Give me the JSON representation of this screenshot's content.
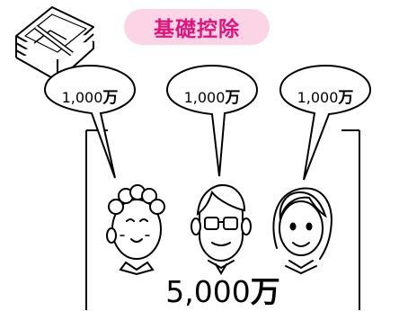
{
  "title": "基礎控除",
  "bubbles": [
    {
      "amount": "1,000",
      "unit": "万"
    },
    {
      "amount": "1,000",
      "unit": "万"
    },
    {
      "amount": "1,000",
      "unit": "万"
    }
  ],
  "total": {
    "amount": "5,000",
    "unit": "万"
  },
  "icons": [
    "money-bundle-icon",
    "grandmother-icon",
    "man-glasses-icon",
    "woman-icon"
  ],
  "colors": {
    "title_text": "#e2147c",
    "title_bg": "#fbd5e6",
    "line": "#000000"
  }
}
